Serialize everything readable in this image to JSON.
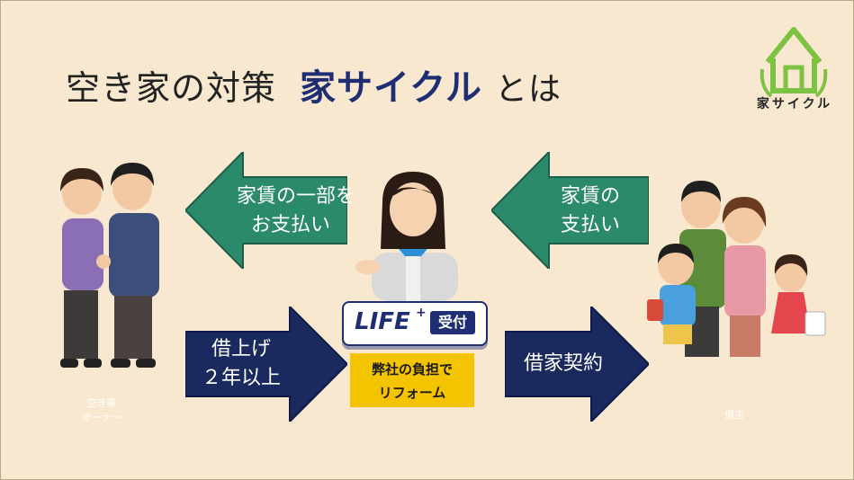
{
  "title": {
    "prefix": "空き家の対策",
    "brand": "家サイクル",
    "suffix": "とは"
  },
  "logo": {
    "text": "家サイクル",
    "color": "#7dc242",
    "icon": "house-recycle-icon"
  },
  "arrows": {
    "rent_part": {
      "line1": "家賃の一部を",
      "line2": "お支払い",
      "color": "#2b8a6b"
    },
    "rent_pay": {
      "line1": "家賃の",
      "line2": "支払い",
      "color": "#2b8a6b"
    },
    "lease": {
      "line1": "借上げ",
      "line2": "２年以上",
      "color": "#1b2a5e"
    },
    "tenancy": {
      "line1": "借家契約",
      "color": "#1b2a5e"
    }
  },
  "sign": {
    "main": "LIFE",
    "sup": "+",
    "tag": "受付"
  },
  "reform": {
    "line1": "弊社の負担で",
    "line2": "リフォーム"
  },
  "captions": {
    "owner_line1": "空き家",
    "owner_line2": "オーナー",
    "tenant": "借主"
  }
}
